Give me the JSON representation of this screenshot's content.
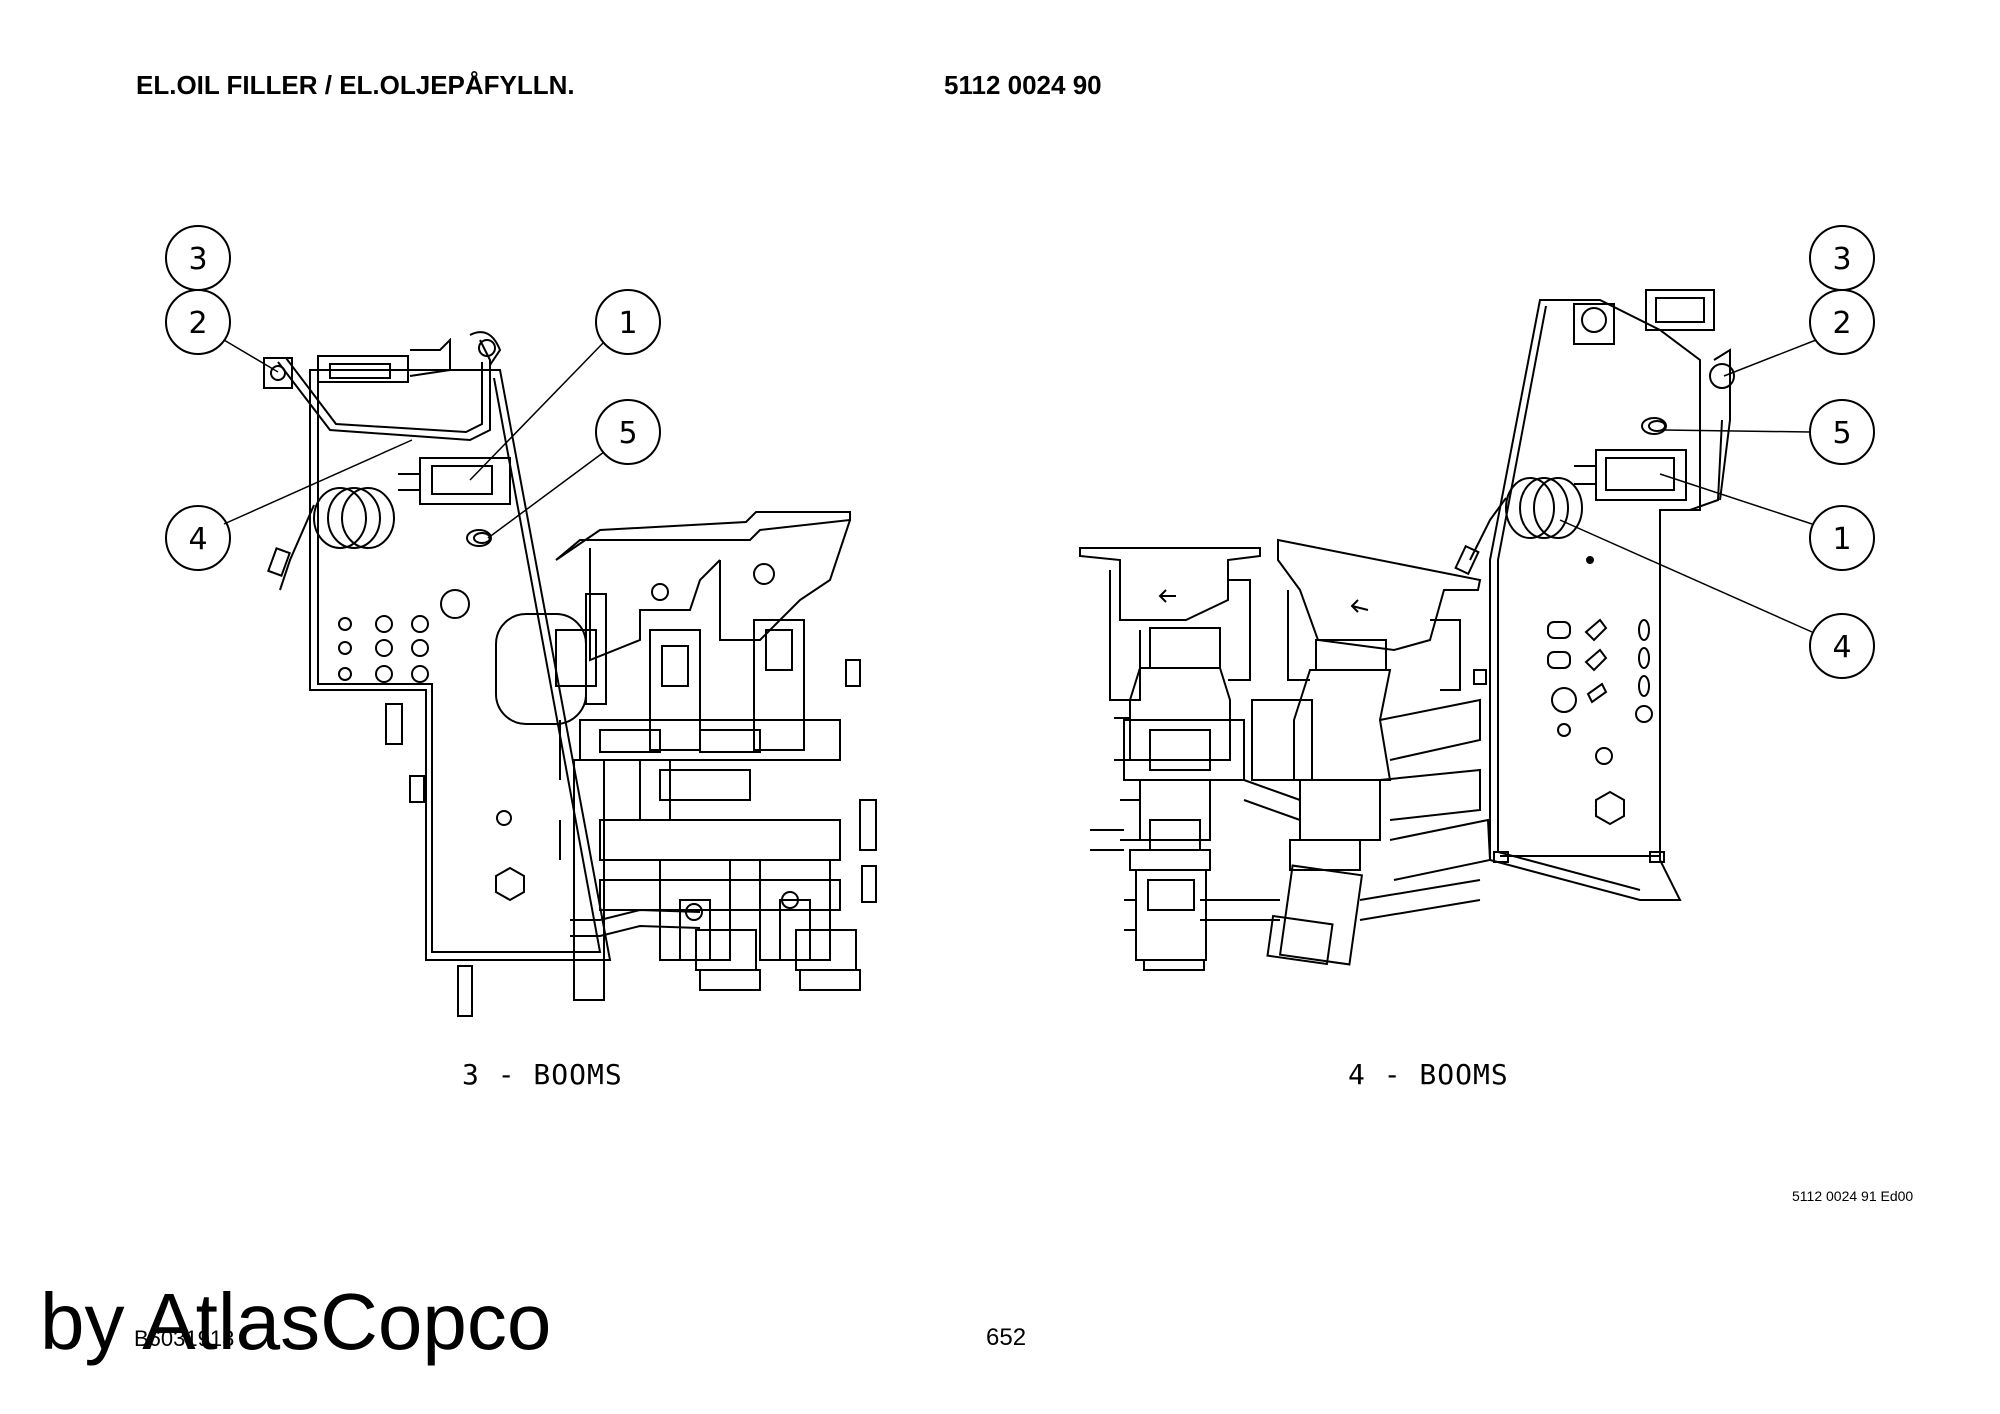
{
  "header": {
    "title": "EL.OIL FILLER / EL.OLJEPÅFYLLN.",
    "part_number": "5112 0024 90"
  },
  "views": [
    {
      "caption": "3 - BOOMS",
      "callouts": [
        {
          "label": "3"
        },
        {
          "label": "2"
        },
        {
          "label": "1"
        },
        {
          "label": "5"
        },
        {
          "label": "4"
        }
      ]
    },
    {
      "caption": "4 - BOOMS",
      "callouts": [
        {
          "label": "3"
        },
        {
          "label": "2"
        },
        {
          "label": "5"
        },
        {
          "label": "1"
        },
        {
          "label": "4"
        }
      ]
    }
  ],
  "footer": {
    "doc_ref": "5112 0024 91 Ed00",
    "left_code": "B6031913",
    "page_number": "652",
    "brand_watermark": "by AtlasCopco"
  }
}
